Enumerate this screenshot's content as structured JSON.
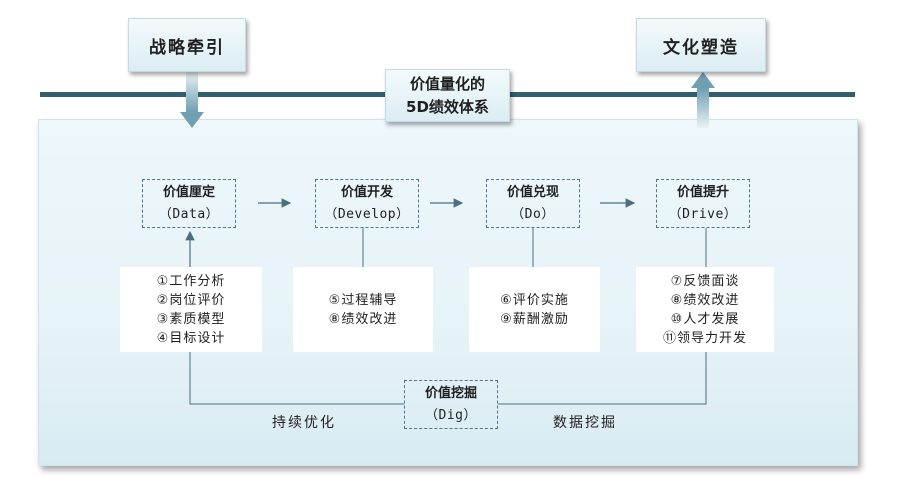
{
  "top": {
    "left_label": "战略牵引",
    "right_label": "文化塑造",
    "title_line1": "价值量化的",
    "title_line2": "5D绩效体系"
  },
  "stages": [
    {
      "name": "价值厘定",
      "en": "（Data）",
      "items": [
        "①工作分析",
        "②岗位评价",
        "③素质模型",
        "④目标设计"
      ]
    },
    {
      "name": "价值开发",
      "en": "（Develop）",
      "items": [
        "⑤过程辅导",
        "⑧绩效改进"
      ]
    },
    {
      "name": "价值兑现",
      "en": "（Do）",
      "items": [
        "⑥评价实施",
        "⑨薪酬激励"
      ]
    },
    {
      "name": "价值提升",
      "en": "（Drive）",
      "items": [
        "⑦反馈面谈",
        "⑧绩效改进",
        "⑩人才发展",
        "⑪领导力开发"
      ]
    }
  ],
  "dig": {
    "name": "价值挖掘",
    "en": "（Dig）"
  },
  "bottom_labels": {
    "left": "持续优化",
    "right": "数据挖掘"
  },
  "colors": {
    "line": "#325f6e",
    "connector": "#4a6f7d",
    "arrow": "#7ea8b8"
  }
}
